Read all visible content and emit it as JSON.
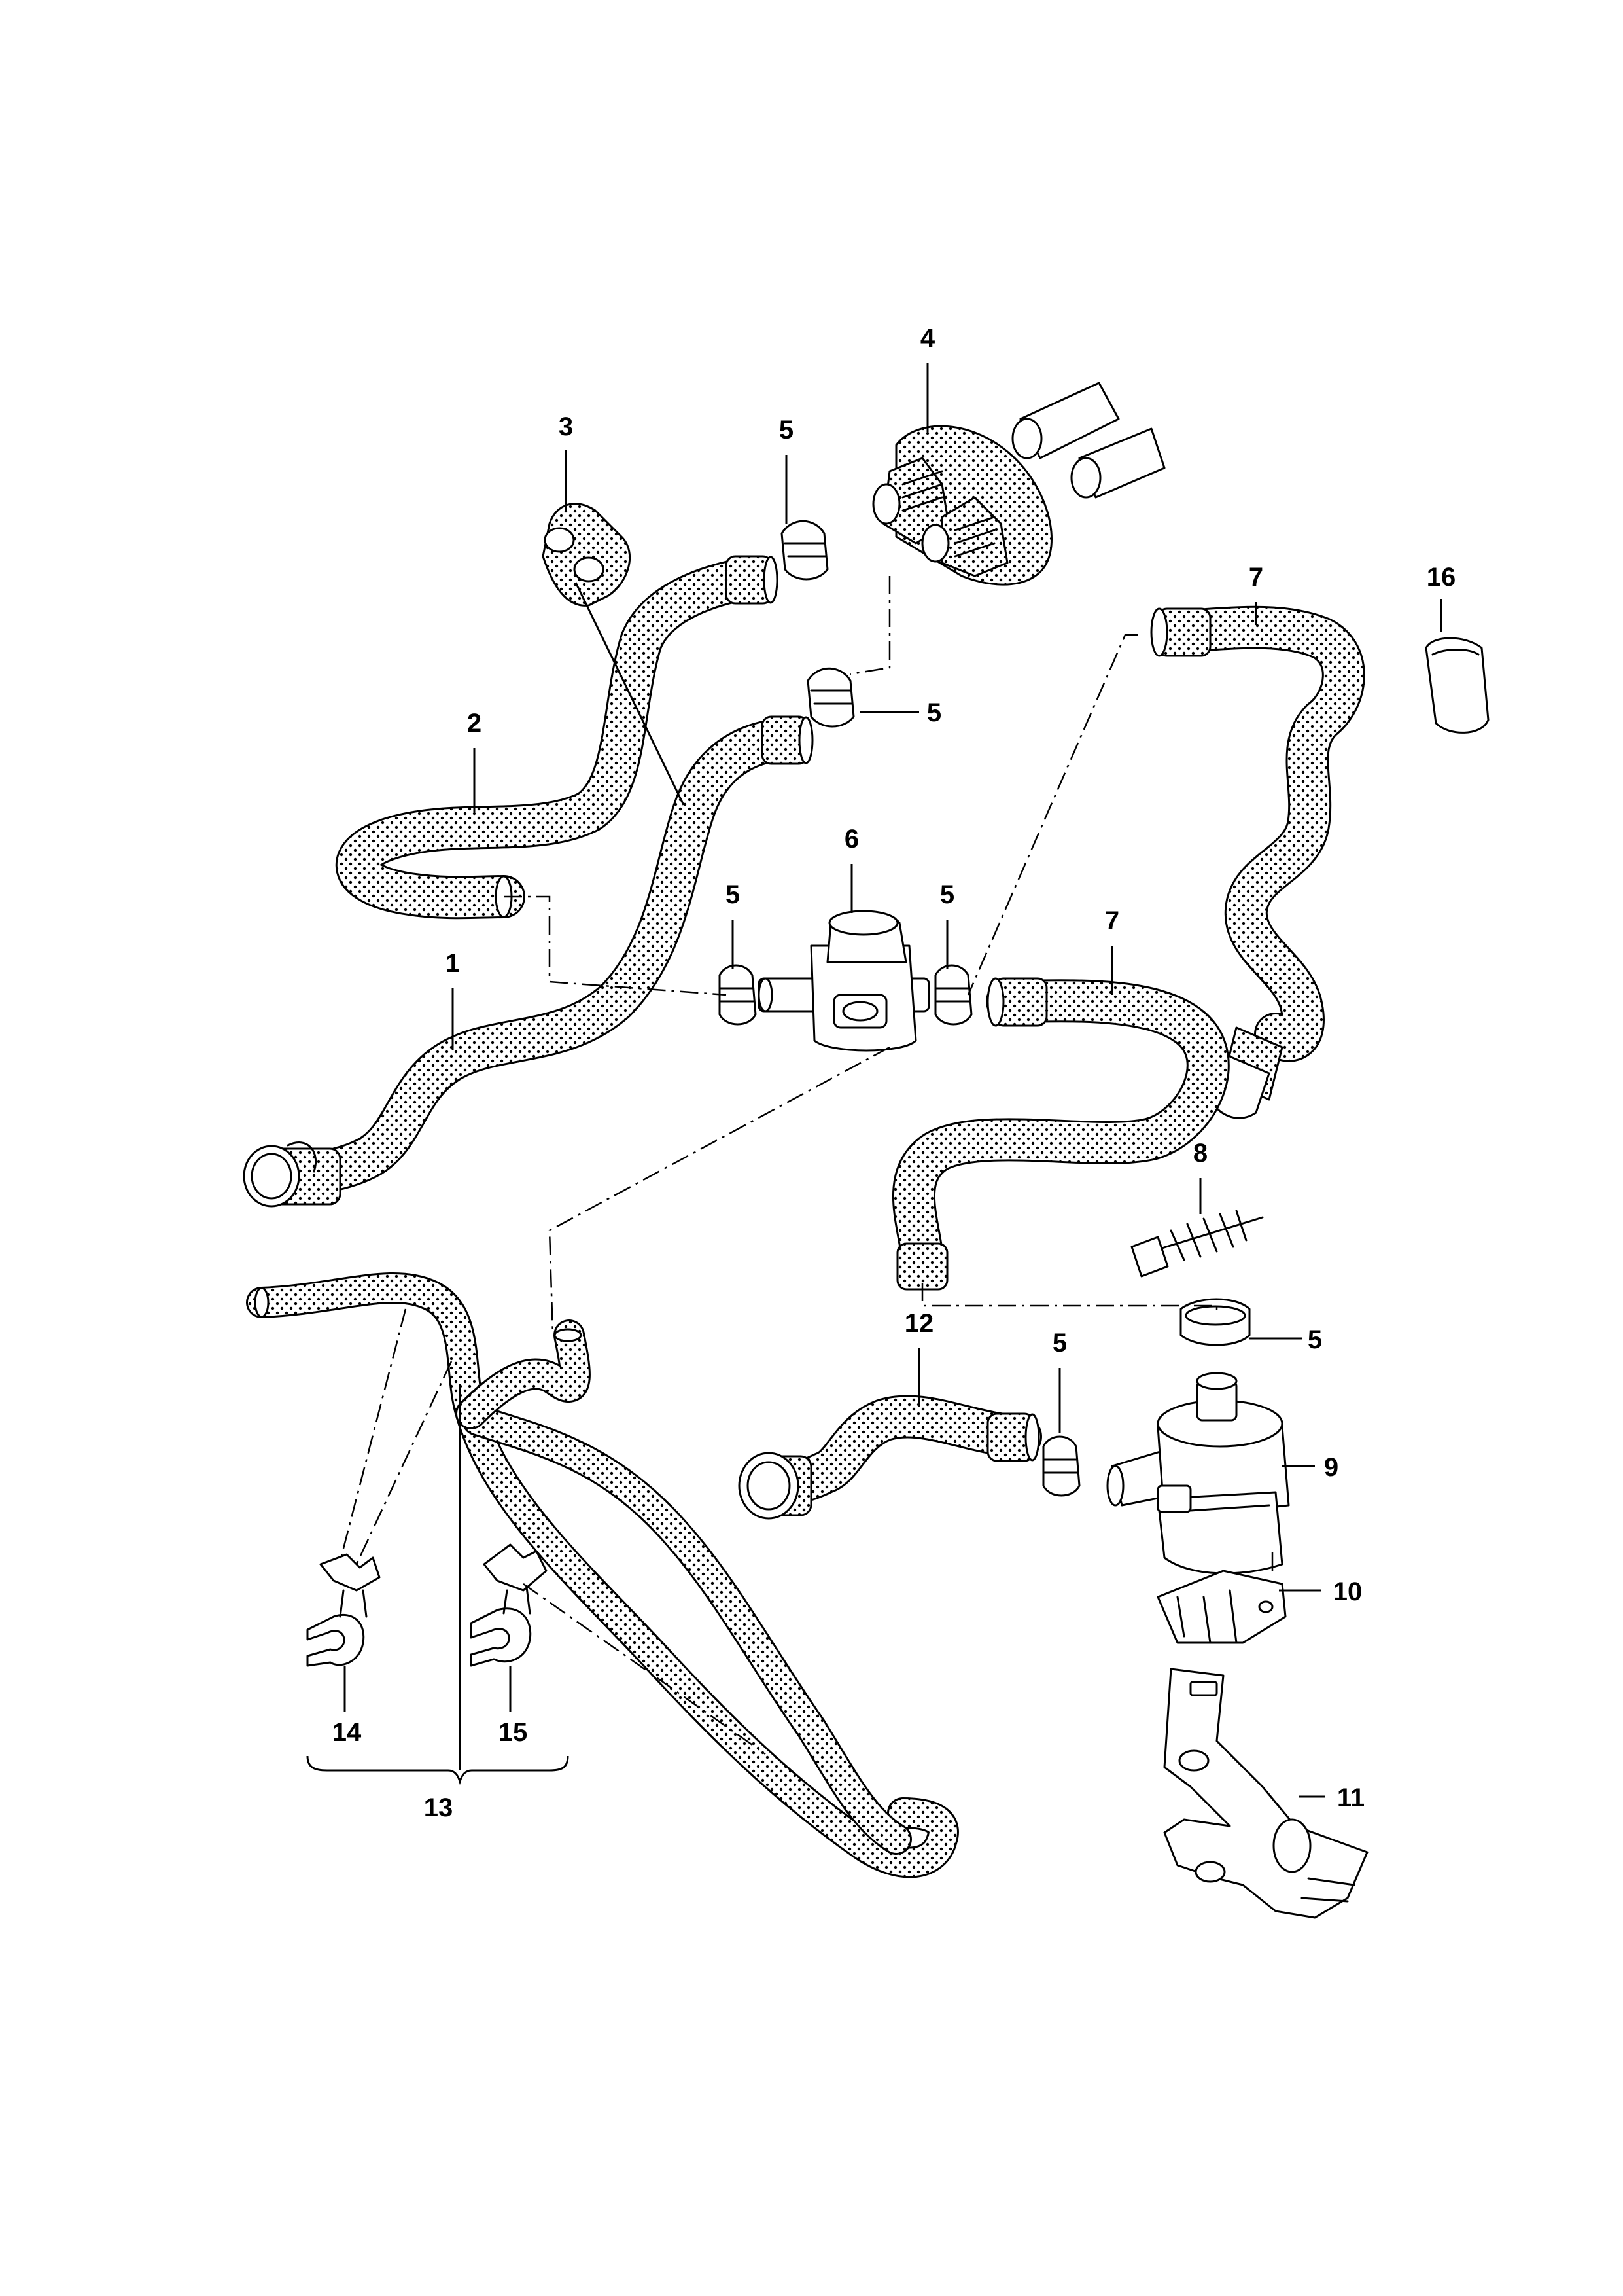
{
  "callouts": {
    "c1": "1",
    "c2": "2",
    "c3": "3",
    "c4": "4",
    "c5a": "5",
    "c5b": "5",
    "c5c": "5",
    "c5d": "5",
    "c5e": "5",
    "c5f": "5",
    "c6": "6",
    "c7a": "7",
    "c7b": "7",
    "c8": "8",
    "c9": "9",
    "c10": "10",
    "c11": "11",
    "c12": "12",
    "c13": "13",
    "c14": "14",
    "c15": "15",
    "c16": "16"
  }
}
